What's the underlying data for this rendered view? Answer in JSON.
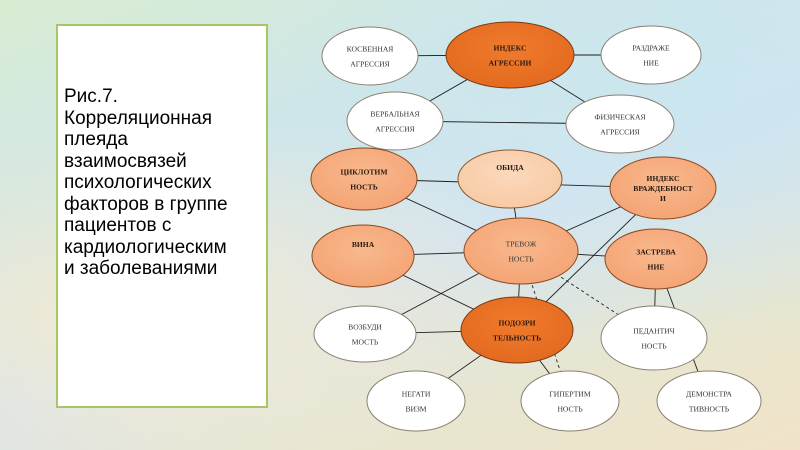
{
  "caption": {
    "text": "Рис.7.\nКорреляционная\nплеяда\nвзаимосвязей\nпсихологических\nфакторов в группе\nпациентов с\nкардиологическим\nи заболеваниями"
  },
  "diagram": {
    "colors": {
      "dark_orange": "#e2691f",
      "light_orange": "#f4a374",
      "peach": "#f8c9a3",
      "white_node": "#ffffff",
      "edge": "#1f1f1f"
    },
    "nodes": [
      {
        "id": "indirect_aggr",
        "lines": [
          "КОСВЕННАЯ",
          "АГРЕССИЯ"
        ],
        "style": "white",
        "bold": false
      },
      {
        "id": "aggr_index",
        "lines": [
          "ИНДЕКС",
          "АГРЕССИИ"
        ],
        "style": "dark",
        "bold": true
      },
      {
        "id": "irritation",
        "lines": [
          "РАЗДРАЖЕ",
          "НИЕ"
        ],
        "style": "white",
        "bold": false
      },
      {
        "id": "verbal_aggr",
        "lines": [
          "ВЕРБАЛЬНАЯ",
          "АГРЕССИЯ"
        ],
        "style": "white",
        "bold": false
      },
      {
        "id": "physical_aggr",
        "lines": [
          "ФИЗИЧЕСКАЯ",
          "АГРЕССИЯ"
        ],
        "style": "white",
        "bold": false
      },
      {
        "id": "cyclothymia",
        "lines": [
          "ЦИКЛОТИМ",
          "НОСТЬ"
        ],
        "style": "orange",
        "bold": true
      },
      {
        "id": "resentment",
        "lines": [
          "ОБИДА"
        ],
        "style": "peach",
        "bold": true
      },
      {
        "id": "hostility_index",
        "lines": [
          "ИНДЕКС",
          "ВРАЖДЕБНОСТ",
          "И"
        ],
        "style": "orange",
        "bold": true
      },
      {
        "id": "guilt",
        "lines": [
          "ВИНА"
        ],
        "style": "orange",
        "bold": true
      },
      {
        "id": "anxiety",
        "lines": [
          "ТРЕВОЖ",
          "НОСТЬ"
        ],
        "style": "orange",
        "bold": false
      },
      {
        "id": "stuck",
        "lines": [
          "ЗАСТРЕВА",
          "НИЕ"
        ],
        "style": "orange",
        "bold": true
      },
      {
        "id": "excitability",
        "lines": [
          "ВОЗБУДИ",
          "МОСТЬ"
        ],
        "style": "white",
        "bold": false
      },
      {
        "id": "suspicion",
        "lines": [
          "ПОДОЗРИ",
          "ТЕЛЬНОСТЬ"
        ],
        "style": "dark",
        "bold": true
      },
      {
        "id": "pedantry",
        "lines": [
          "ПЕДАНТИЧ",
          "НОСТЬ"
        ],
        "style": "white",
        "bold": false
      },
      {
        "id": "negativism",
        "lines": [
          "НЕГАТИ",
          "ВИЗМ"
        ],
        "style": "white",
        "bold": false
      },
      {
        "id": "hyperthymia",
        "lines": [
          "ГИПЕРТИМ",
          "НОСТЬ"
        ],
        "style": "white",
        "bold": false
      },
      {
        "id": "demonstrativeness",
        "lines": [
          "ДЕМОНСТРА",
          "ТИВНОСТЬ"
        ],
        "style": "white",
        "bold": false
      }
    ],
    "edges": [
      {
        "from": "indirect_aggr",
        "to": "aggr_index",
        "dashed": false
      },
      {
        "from": "aggr_index",
        "to": "irritation",
        "dashed": false
      },
      {
        "from": "aggr_index",
        "to": "verbal_aggr",
        "dashed": false
      },
      {
        "from": "aggr_index",
        "to": "physical_aggr",
        "dashed": false
      },
      {
        "from": "verbal_aggr",
        "to": "physical_aggr",
        "dashed": false
      },
      {
        "from": "cyclothymia",
        "to": "hostility_index",
        "dashed": false
      },
      {
        "from": "cyclothymia",
        "to": "anxiety",
        "dashed": false
      },
      {
        "from": "resentment",
        "to": "anxiety",
        "dashed": false
      },
      {
        "from": "hostility_index",
        "to": "anxiety",
        "dashed": false
      },
      {
        "from": "hostility_index",
        "to": "suspicion",
        "dashed": false
      },
      {
        "from": "guilt",
        "to": "anxiety",
        "dashed": false
      },
      {
        "from": "guilt",
        "to": "suspicion",
        "dashed": false
      },
      {
        "from": "anxiety",
        "to": "stuck",
        "dashed": false
      },
      {
        "from": "anxiety",
        "to": "excitability",
        "dashed": false
      },
      {
        "from": "anxiety",
        "to": "suspicion",
        "dashed": false
      },
      {
        "from": "anxiety",
        "to": "pedantry",
        "dashed": true
      },
      {
        "from": "anxiety",
        "to": "hyperthymia",
        "dashed": true
      },
      {
        "from": "stuck",
        "to": "pedantry",
        "dashed": false
      },
      {
        "from": "stuck",
        "to": "demonstrativeness",
        "dashed": false
      },
      {
        "from": "excitability",
        "to": "suspicion",
        "dashed": false
      },
      {
        "from": "suspicion",
        "to": "negativism",
        "dashed": false
      },
      {
        "from": "suspicion",
        "to": "hyperthymia",
        "dashed": false
      }
    ]
  }
}
